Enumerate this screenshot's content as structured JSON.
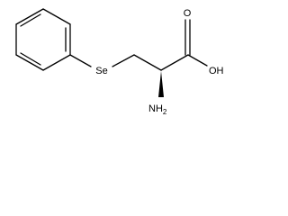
{
  "molecule": {
    "atoms": {
      "selenium": "Se",
      "hydroxyl": "OH",
      "carbonyl_oxygen": "O",
      "amine": "NH",
      "amine_subscript": "2"
    },
    "line_color": "#000000",
    "background_color": "#ffffff"
  }
}
